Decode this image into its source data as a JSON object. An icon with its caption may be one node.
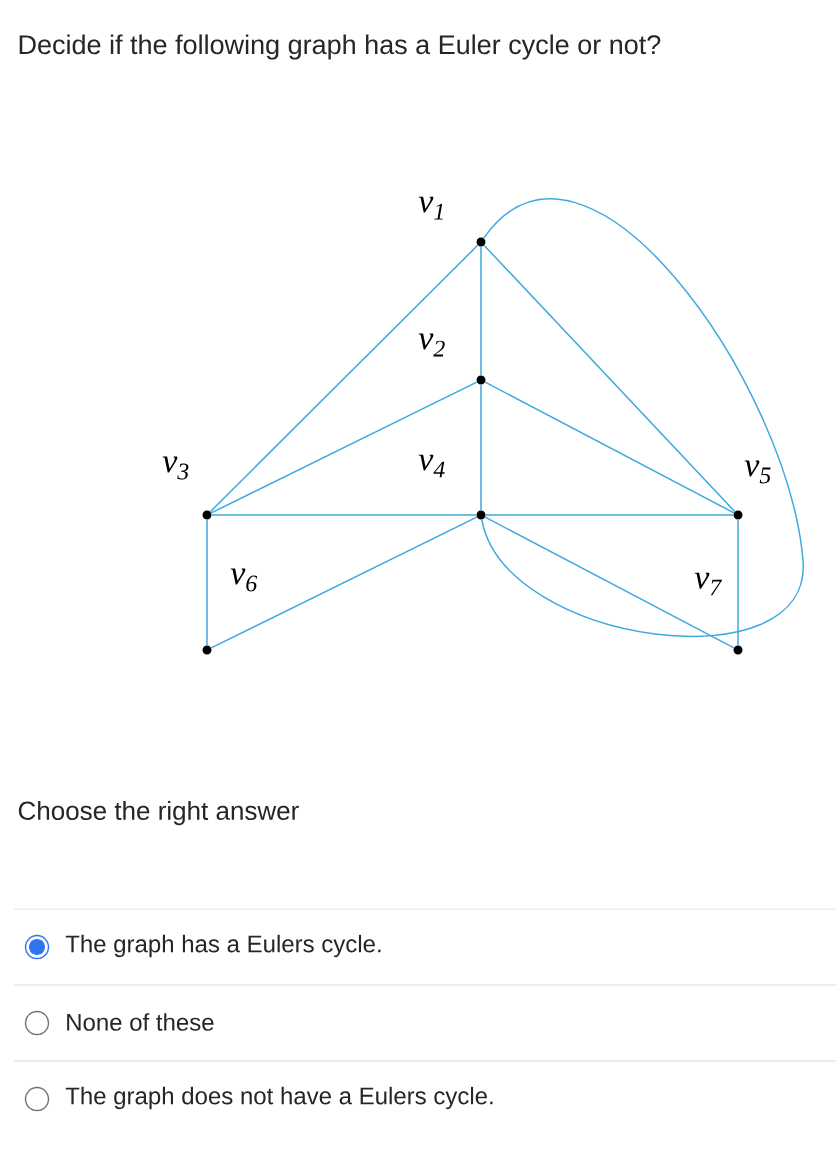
{
  "diagram": {
    "title": "Decide if the following graph has a Euler cycle or not?",
    "nodes": [
      {
        "text": [
          "v$_{1}$"
        ]
      },
      {
        "text": [
          "v$_{2}$"
        ]
      },
      {
        "text": [
          "v$_{3}$"
        ]
      },
      {
        "text": [
          "v$_{4}$"
        ]
      },
      {
        "text": [
          "v$_{5}$"
        ]
      },
      {
        "text": [
          "v$_{6}$"
        ]
      },
      {
        "text": [
          "v$_{7}$"
        ]
      }
    ],
    "edges": [
      {
        "from": 0,
        "to": 1,
        "arrow": "none"
      },
      {
        "from": 0,
        "to": 2,
        "arrow": "none"
      },
      {
        "from": 0,
        "to": 4,
        "arrow": "none"
      },
      {
        "from": 0,
        "to": 3,
        "arrow": "none"
      },
      {
        "from": 1,
        "to": 2,
        "arrow": "none"
      },
      {
        "from": 1,
        "to": 3,
        "arrow": "none"
      },
      {
        "from": 1,
        "to": 4,
        "arrow": "none"
      },
      {
        "from": 2,
        "to": 3,
        "arrow": "none"
      },
      {
        "from": 2,
        "to": 5,
        "arrow": "none"
      },
      {
        "from": 3,
        "to": 4,
        "arrow": "none"
      },
      {
        "from": 3,
        "to": 5,
        "arrow": "none"
      },
      {
        "from": 3,
        "to": 6,
        "arrow": "none"
      },
      {
        "from": 4,
        "to": 6,
        "arrow": "none"
      }
    ],
    "labels": [
      "Choose the right answer",
      "The graph has a Eulers cycle.",
      "None of these",
      "The graph does not have a Eulers cycle."
    ]
  }
}
